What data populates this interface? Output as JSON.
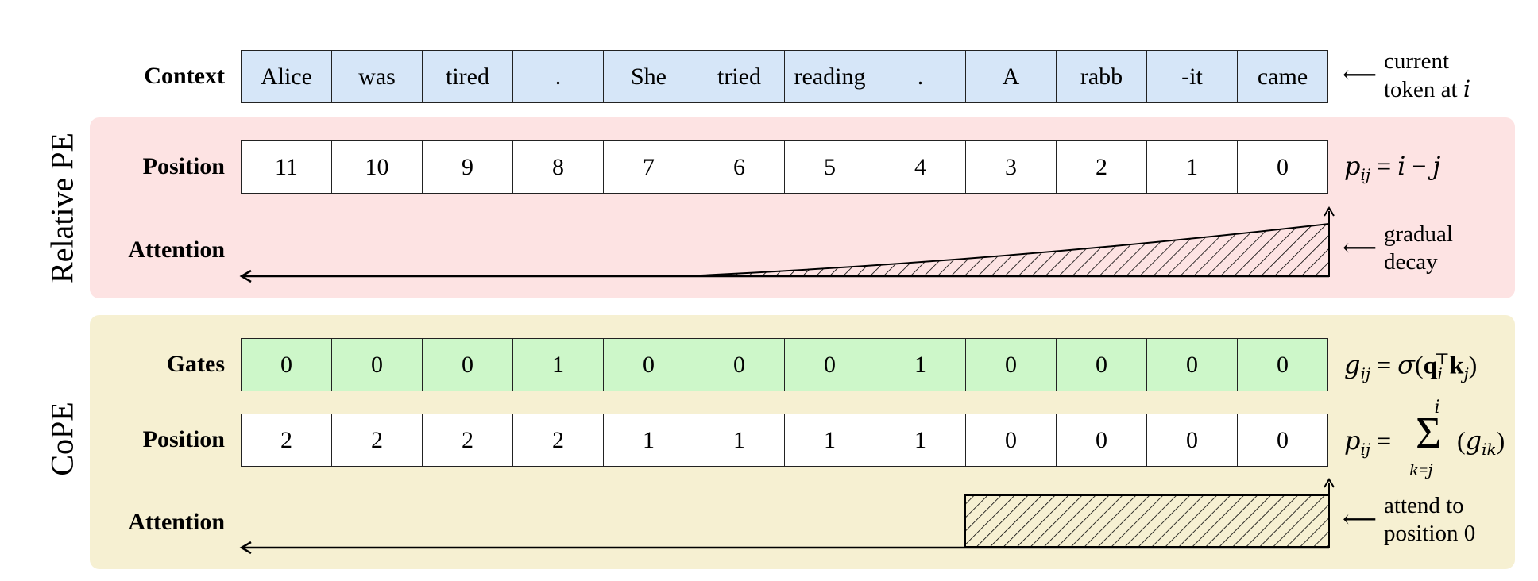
{
  "context": {
    "label": "Context",
    "tokens": [
      "Alice",
      "was",
      "tired",
      ".",
      "She",
      "tried",
      "reading",
      ".",
      "A",
      "rabb",
      "-it",
      "came"
    ],
    "note": [
      "current",
      "token at"
    ],
    "note_var": "i",
    "color": "#d6e6f8"
  },
  "relative_pe": {
    "title": "Relative PE",
    "color": "#fde3e3",
    "position_label": "Position",
    "positions": [
      "11",
      "10",
      "9",
      "8",
      "7",
      "6",
      "5",
      "4",
      "3",
      "2",
      "1",
      "0"
    ],
    "position_formula": "p_ij = i − j",
    "attention_label": "Attention",
    "attention_note": [
      "gradual",
      "decay"
    ]
  },
  "cope": {
    "title": "CoPE",
    "color": "#f6f0d2",
    "gates_label": "Gates",
    "gates": [
      "0",
      "0",
      "0",
      "1",
      "0",
      "0",
      "0",
      "1",
      "0",
      "0",
      "0",
      "0"
    ],
    "gates_formula": "g_ij = σ(q_i^⊤ k_j)",
    "gates_color": "#cdf7c9",
    "position_label": "Position",
    "positions": [
      "2",
      "2",
      "2",
      "2",
      "1",
      "1",
      "1",
      "1",
      "0",
      "0",
      "0",
      "0"
    ],
    "position_formula": "p_ij = Σ_{k=j}^{i} (g_ik)",
    "attention_label": "Attention",
    "attention_note": [
      "attend to",
      "position 0"
    ]
  }
}
